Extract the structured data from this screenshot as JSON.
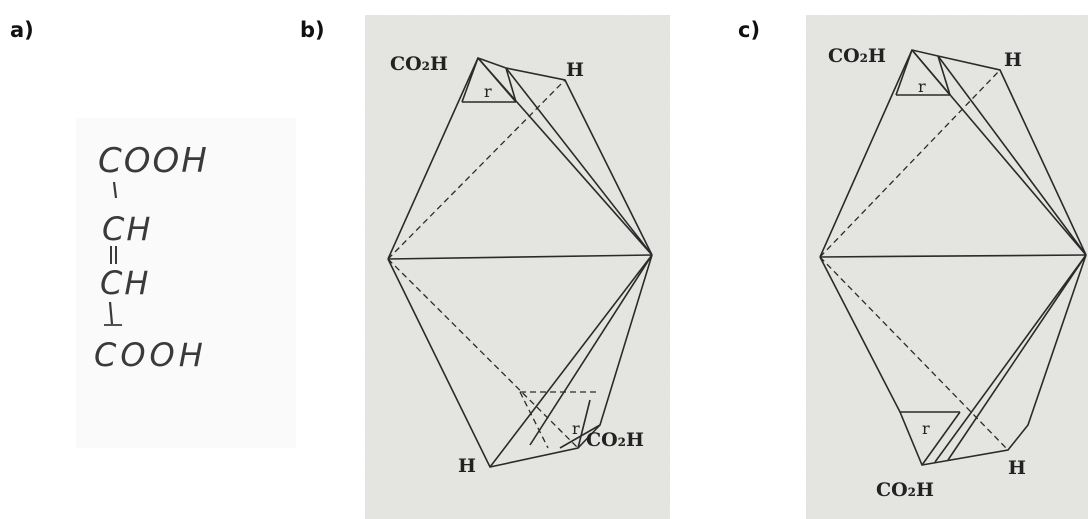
{
  "panels": [
    {
      "label": "a)"
    },
    {
      "label": "b)"
    },
    {
      "label": "c)"
    }
  ],
  "panel_a": {
    "lines": [
      "COOH",
      "CH",
      "CH",
      "COOH"
    ]
  },
  "panel_b": {
    "top_left": "CO₂H",
    "top_right": "H",
    "top_marker": "r",
    "bottom_left": "H",
    "bottom_right": "CO₂H",
    "bottom_marker": "r"
  },
  "panel_c": {
    "top_left": "CO₂H",
    "top_right": "H",
    "top_marker": "r",
    "bottom_left": "CO₂H",
    "bottom_right": "H",
    "bottom_marker": "r"
  },
  "colors": {
    "paper": "#e4e4e2",
    "ink": "#2a2a2a",
    "handwriting": "#3a3a3a"
  }
}
